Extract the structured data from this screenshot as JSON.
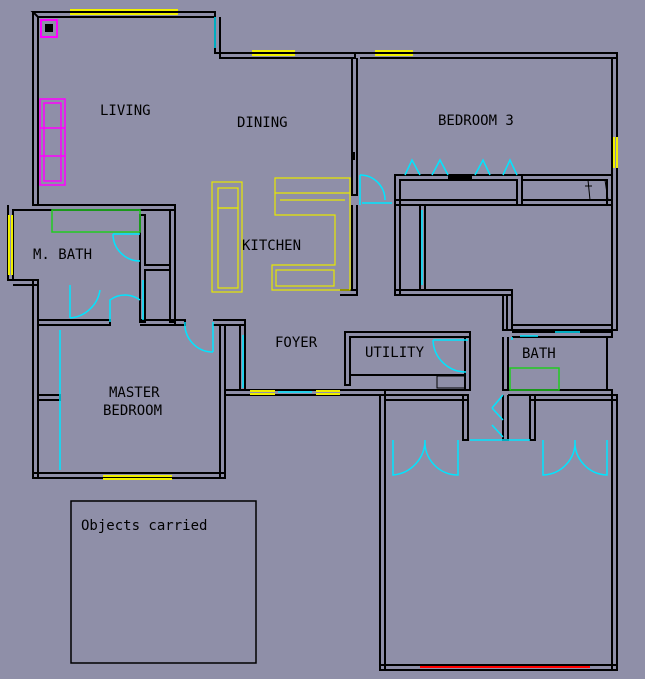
{
  "colors": {
    "background": "#8f8fa8",
    "wall": "#000000",
    "door": "#00e5ff",
    "window": "#f0f000",
    "cabinet": "#e8e800",
    "fixture_green": "#22cc22",
    "fireplace_magenta": "#ff00ff",
    "garage_door": "#ff0000",
    "label": "#000000"
  },
  "rooms": {
    "living": "LIVING",
    "dining": "DINING",
    "bedroom3": "BEDROOM 3",
    "m_bath": "M. BATH",
    "kitchen": "KITCHEN",
    "foyer": "FOYER",
    "utility": "UTILITY",
    "bath": "BATH",
    "master_bedroom_line1": "MASTER",
    "master_bedroom_line2": "BEDROOM"
  },
  "inventory_panel": {
    "title": "Objects carried"
  }
}
